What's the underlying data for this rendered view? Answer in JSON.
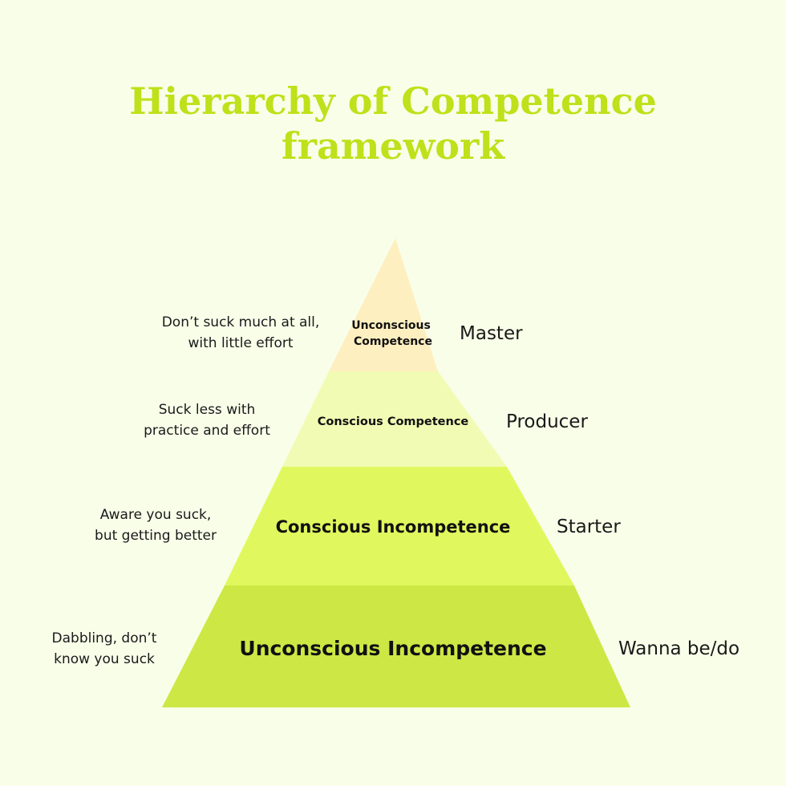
{
  "title": {
    "line1": "Hierarchy of Competence",
    "line2": "framework"
  },
  "colors": {
    "background": "#f9fee9",
    "title": "#bfe01a",
    "tier_top": "#fdefc0",
    "tier_2": "#f1fbb3",
    "tier_3": "#e0f85e",
    "tier_bottom": "#cde745"
  },
  "tiers": [
    {
      "label_lines": [
        "Unconscious",
        "Competence"
      ],
      "role": "Master",
      "description": [
        "Don’t suck much at all,",
        "with little effort"
      ]
    },
    {
      "label_lines": [
        "Conscious Competence"
      ],
      "role": "Producer",
      "description": [
        "Suck less with",
        "practice and effort"
      ]
    },
    {
      "label_lines": [
        "Conscious Incompetence"
      ],
      "role": "Starter",
      "description": [
        "Aware you suck,",
        "but getting better"
      ]
    },
    {
      "label_lines": [
        "Unconscious Incompetence"
      ],
      "role": "Wanna be/do",
      "description": [
        "Dabbling, don’t",
        "know you suck"
      ]
    }
  ]
}
